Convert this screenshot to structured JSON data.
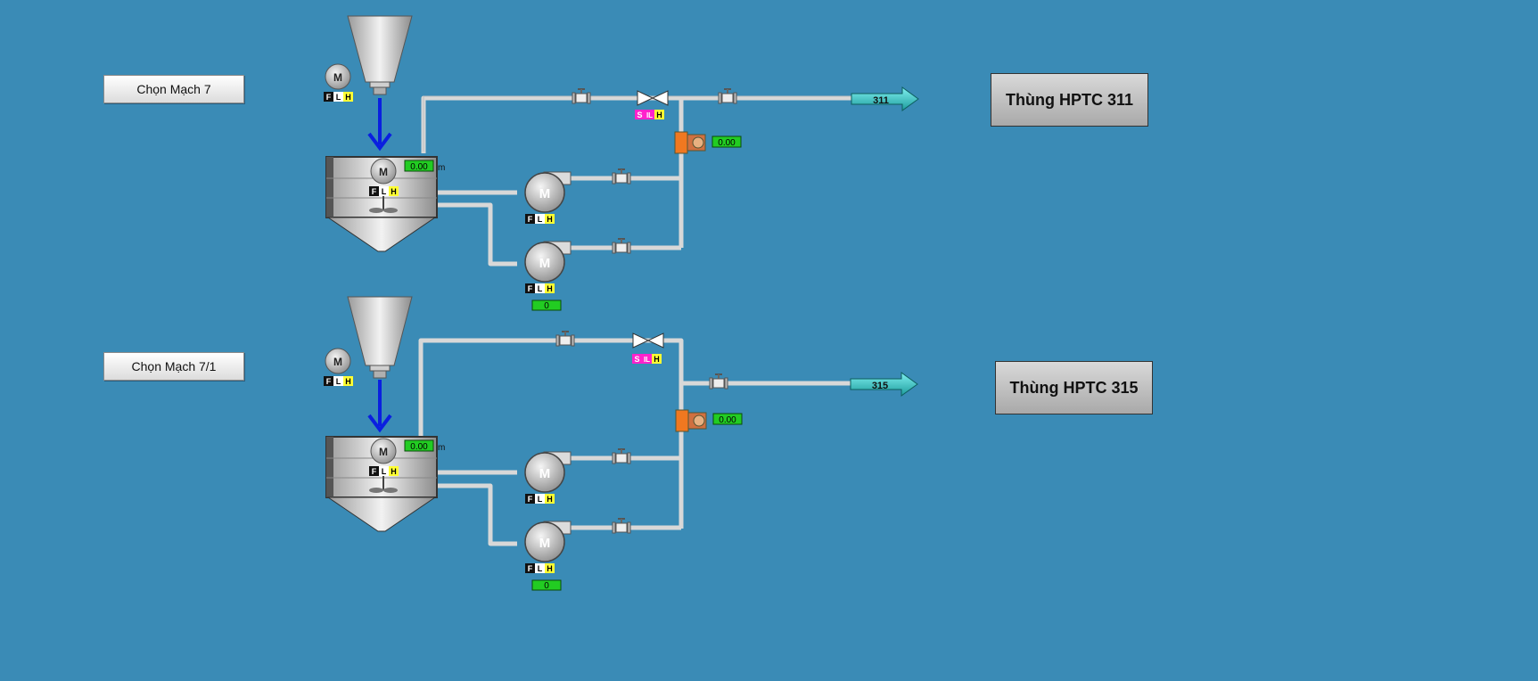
{
  "buttons": {
    "circuit7": "Chọn Mạch 7",
    "circuit7_1": "Chọn Mạch 7/1"
  },
  "destinations": {
    "tank311": "Thùng HPTC  311",
    "tank315": "Thùng HPTC  315",
    "arrow311": "311",
    "arrow315": "315"
  },
  "indicators": {
    "f": "F",
    "l": "L",
    "h": "H",
    "s": "S",
    "il": "IL",
    "motor": "M",
    "unit": "m"
  },
  "circuit7": {
    "mixer_level": "0.00",
    "flow_value": "0.00",
    "pump_counter": "0"
  },
  "circuit7_1": {
    "mixer_level": "0.00",
    "flow_value": "0.00",
    "pump_counter": "0"
  },
  "colors": {
    "background": "#3a8bb6",
    "pipe": "#d8d8d8",
    "arrow": "#2fbdbd",
    "display_green": "#22cc22",
    "agitator_arrow": "#0a1fe0",
    "flow_meter": "#f07820"
  }
}
